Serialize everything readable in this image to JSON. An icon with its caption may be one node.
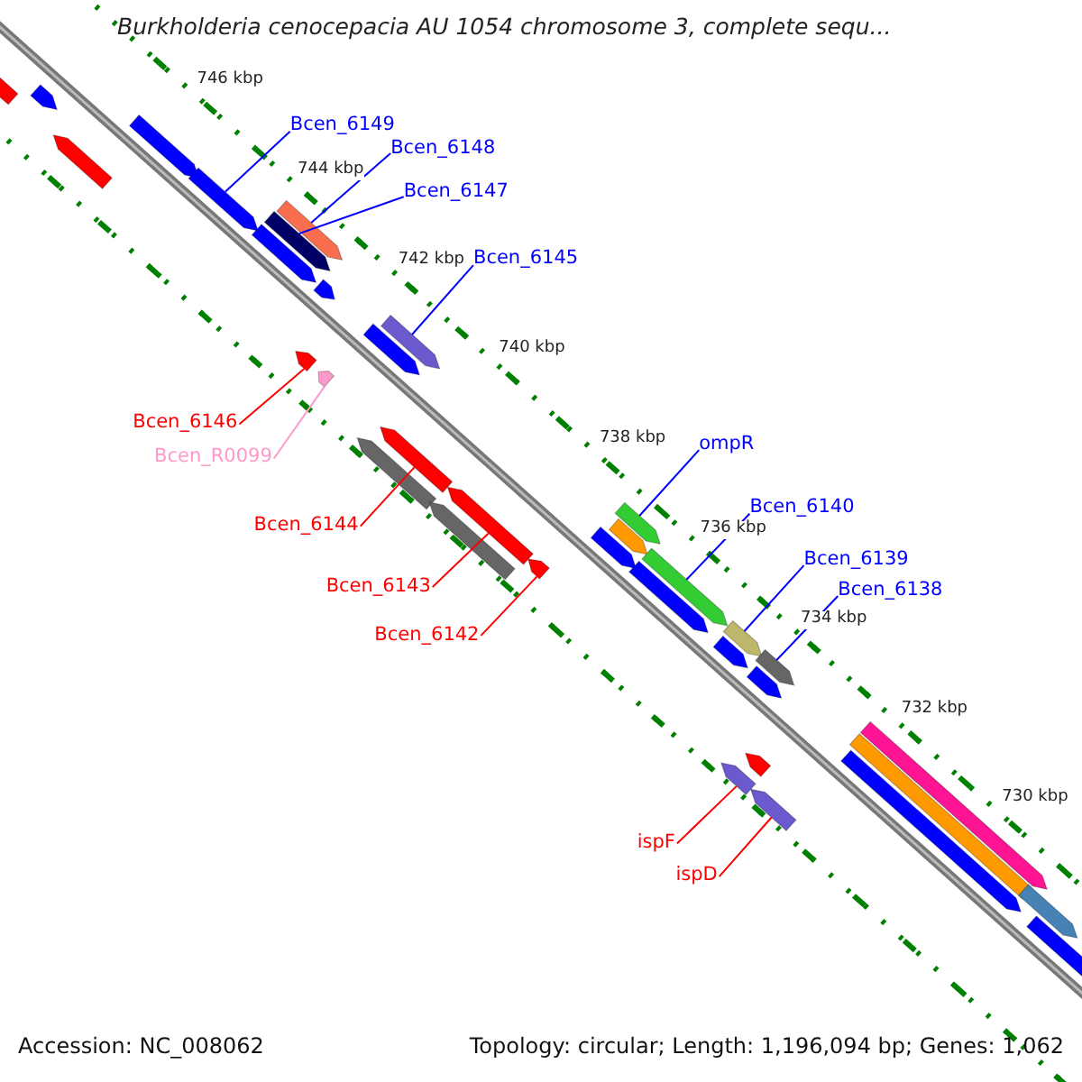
{
  "diagram": {
    "title": "Burkholderia cenocepacia AU 1054 chromosome 3, complete sequ...",
    "nodes": [
      {
        "text": [
          "Bcen_6149"
        ]
      },
      {
        "text": [
          "Bcen_6148"
        ]
      },
      {
        "text": [
          "Bcen_6147"
        ]
      },
      {
        "text": [
          "Bcen_6145"
        ]
      },
      {
        "text": [
          "Bcen_6146"
        ]
      },
      {
        "text": [
          "Bcen_R0099"
        ]
      },
      {
        "text": [
          "ompR"
        ]
      },
      {
        "text": [
          "Bcen_6140"
        ]
      },
      {
        "text": [
          "Bcen_6144"
        ]
      },
      {
        "text": [
          "Bcen_6139"
        ]
      },
      {
        "text": [
          "Bcen_6138"
        ]
      },
      {
        "text": [
          "Bcen_6143"
        ]
      },
      {
        "text": [
          "Bcen_6142"
        ]
      },
      {
        "text": [
          "ispF"
        ]
      },
      {
        "text": [
          "ispD"
        ]
      },
      {
        "text": [],
        "shape": "arrow"
      },
      {
        "text": [],
        "shape": "arrow"
      },
      {
        "text": [],
        "shape": "arrow"
      },
      {
        "text": [],
        "shape": "arrow"
      },
      {
        "text": [],
        "shape": "arrow"
      },
      {
        "text": [],
        "shape": "arrow"
      },
      {
        "text": [],
        "shape": "arrow"
      },
      {
        "text": [],
        "shape": "arrow"
      },
      {
        "text": [],
        "shape": "arrow"
      },
      {
        "text": [],
        "shape": "arrow"
      },
      {
        "text": [],
        "shape": "arrow"
      },
      {
        "text": [],
        "shape": "arrow"
      },
      {
        "text": [],
        "shape": "arrow"
      },
      {
        "text": [],
        "shape": "arrow"
      },
      {
        "text": [],
        "shape": "arrow"
      },
      {
        "text": [],
        "shape": "arrow"
      },
      {
        "text": [],
        "shape": "arrow"
      },
      {
        "text": [],
        "shape": "arrow"
      },
      {
        "text": [],
        "shape": "arrow"
      },
      {
        "text": [],
        "shape": "arrow"
      },
      {
        "text": [],
        "shape": "arrow"
      },
      {
        "text": [],
        "shape": "arrow"
      },
      {
        "text": [],
        "shape": "arrow"
      },
      {
        "text": [],
        "shape": "arrow"
      },
      {
        "text": [],
        "shape": "arrow"
      },
      {
        "text": [],
        "shape": "arrow"
      },
      {
        "text": [],
        "shape": "arrow"
      },
      {
        "text": [],
        "shape": "arrow"
      },
      {
        "text": [],
        "shape": "arrow"
      },
      {
        "text": [],
        "shape": "arrow"
      },
      {
        "text": [],
        "shape": "arrow"
      },
      {
        "text": [],
        "shape": "arrow"
      },
      {
        "text": [],
        "shape": "arrow"
      },
      {
        "text": [],
        "shape": "arrow"
      },
      {
        "text": [],
        "shape": "arrow"
      }
    ],
    "edges": [
      {
        "from": 0,
        "to": 15,
        "arrow": "none"
      },
      {
        "from": 1,
        "to": 16,
        "arrow": "none"
      },
      {
        "from": 2,
        "to": 17,
        "arrow": "none"
      },
      {
        "from": 3,
        "to": 18,
        "arrow": "none"
      },
      {
        "from": 4,
        "to": 19,
        "arrow": "none",
        "color": "#ff0000"
      },
      {
        "from": 5,
        "to": 20,
        "arrow": "none",
        "color": "#ff99cc"
      },
      {
        "from": 6,
        "to": 21,
        "arrow": "none"
      },
      {
        "from": 7,
        "to": 22,
        "arrow": "none"
      },
      {
        "from": 8,
        "to": 23,
        "arrow": "none",
        "color": "#ff0000"
      },
      {
        "from": 9,
        "to": 24,
        "arrow": "none"
      },
      {
        "from": 10,
        "to": 25,
        "arrow": "none"
      },
      {
        "from": 11,
        "to": 26,
        "arrow": "none",
        "color": "#ff0000"
      },
      {
        "from": 12,
        "to": 27,
        "arrow": "none",
        "color": "#ff0000"
      },
      {
        "from": 13,
        "to": 28,
        "arrow": "none",
        "color": "#ff0000"
      },
      {
        "from": 14,
        "to": 29,
        "arrow": "none",
        "color": "#ff0000"
      }
    ],
    "labels": [
      "746 kbp",
      "744 kbp",
      "742 kbp",
      "740 kbp",
      "738 kbp",
      "736 kbp",
      "734 kbp",
      "732 kbp",
      "730 kbp",
      "Accession: NC_008062",
      "Topology: circular; Length: 1,196,094 bp; Genes: 1,062"
    ]
  }
}
